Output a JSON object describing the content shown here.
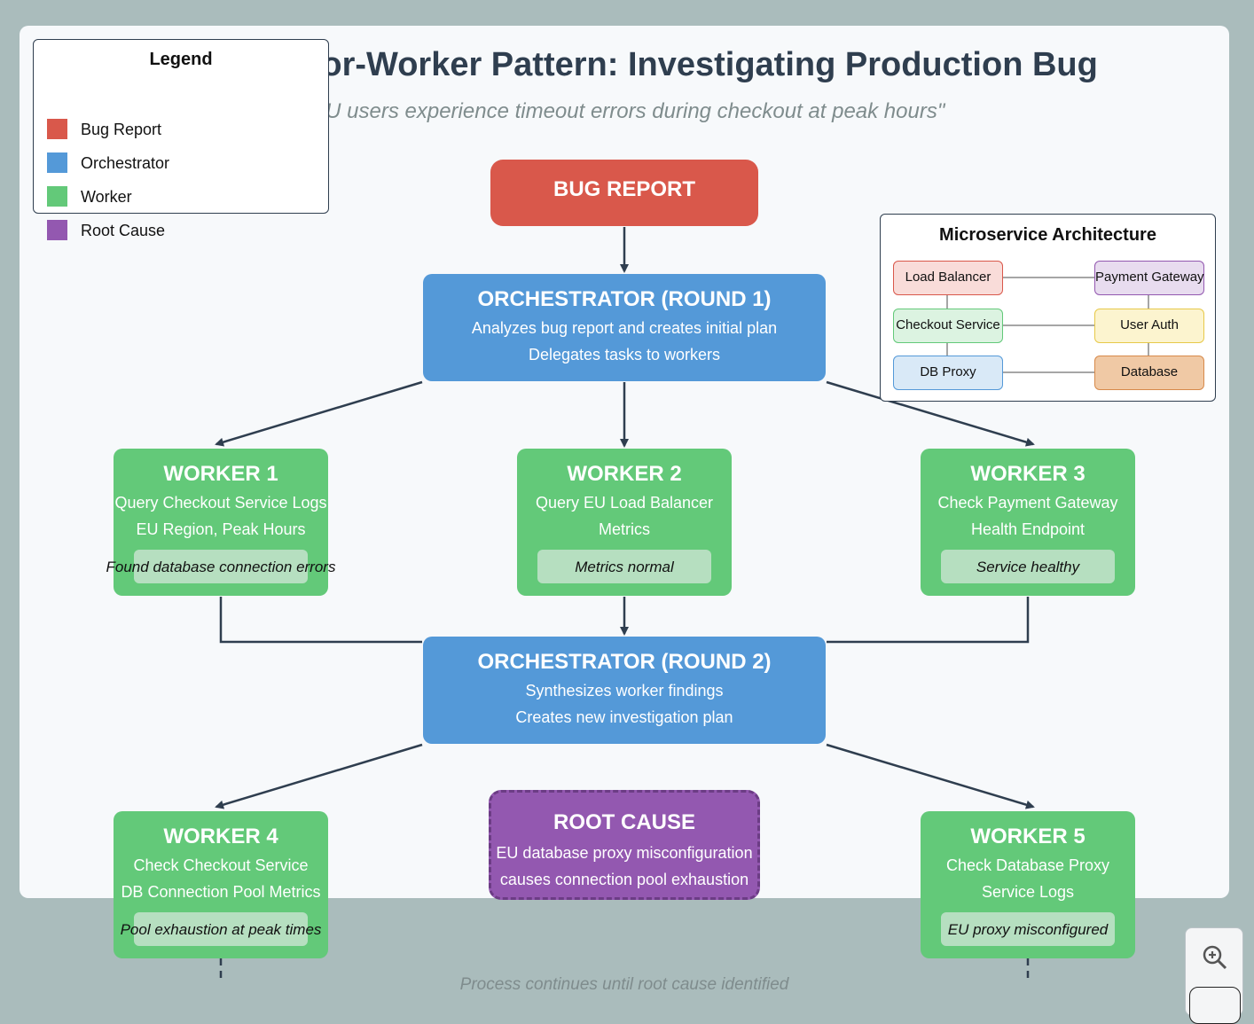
{
  "header": {
    "title": "Orchestrator-Worker Pattern: Investigating Production Bug",
    "subtitle": "\"EU users experience timeout errors during checkout at peak hours\""
  },
  "legend": {
    "title": "Legend",
    "items": [
      {
        "label": "Bug Report",
        "color": "#d9584b"
      },
      {
        "label": "Orchestrator",
        "color": "#5499d8"
      },
      {
        "label": "Worker",
        "color": "#63c979"
      },
      {
        "label": "Root Cause",
        "color": "#9358b0"
      }
    ]
  },
  "bug_report": {
    "title": "BUG REPORT"
  },
  "orchestrator1": {
    "title": "ORCHESTRATOR (ROUND 1)",
    "lines": [
      "Analyzes bug report and creates initial plan",
      "Delegates tasks to workers"
    ]
  },
  "orchestrator2": {
    "title": "ORCHESTRATOR (ROUND 2)",
    "lines": [
      "Synthesizes worker findings",
      "Creates new investigation plan"
    ]
  },
  "workers": [
    {
      "title": "WORKER 1",
      "lines": [
        "Query Checkout Service Logs",
        "EU Region, Peak Hours"
      ],
      "finding": "Found database connection errors"
    },
    {
      "title": "WORKER 2",
      "lines": [
        "Query EU Load Balancer",
        "Metrics"
      ],
      "finding": "Metrics normal"
    },
    {
      "title": "WORKER 3",
      "lines": [
        "Check Payment Gateway",
        "Health Endpoint"
      ],
      "finding": "Service healthy"
    },
    {
      "title": "WORKER 4",
      "lines": [
        "Check Checkout Service",
        "DB Connection Pool Metrics"
      ],
      "finding": "Pool exhaustion at peak times"
    },
    {
      "title": "WORKER 5",
      "lines": [
        "Check Database Proxy",
        "Service Logs"
      ],
      "finding": "EU proxy misconfigured"
    }
  ],
  "root_cause": {
    "title": "ROOT CAUSE",
    "lines": [
      "EU database proxy misconfiguration",
      "causes connection pool exhaustion"
    ]
  },
  "architecture": {
    "title": "Microservice Architecture",
    "services": [
      {
        "label": "Load Balancer",
        "bg": "#f9dcd9",
        "border": "#d9584b"
      },
      {
        "label": "Payment Gateway",
        "bg": "#e8dcef",
        "border": "#9358b0"
      },
      {
        "label": "Checkout Service",
        "bg": "#dcf3e1",
        "border": "#63c979"
      },
      {
        "label": "User Auth",
        "bg": "#fcf4cf",
        "border": "#e7c94a"
      },
      {
        "label": "DB Proxy",
        "bg": "#d9e9f7",
        "border": "#5499d8"
      },
      {
        "label": "Database",
        "bg": "#f0c9a5",
        "border": "#d78a4b"
      }
    ]
  },
  "footer": {
    "text": "Process continues until root cause identified"
  },
  "colors": {
    "bug_report": "#d9584b",
    "orchestrator": "#5499d8",
    "worker": "#63c979",
    "root_cause": "#9358b0",
    "connector": "#2f3e4f"
  },
  "zoom_control": {
    "icon": "zoom-in-icon"
  }
}
